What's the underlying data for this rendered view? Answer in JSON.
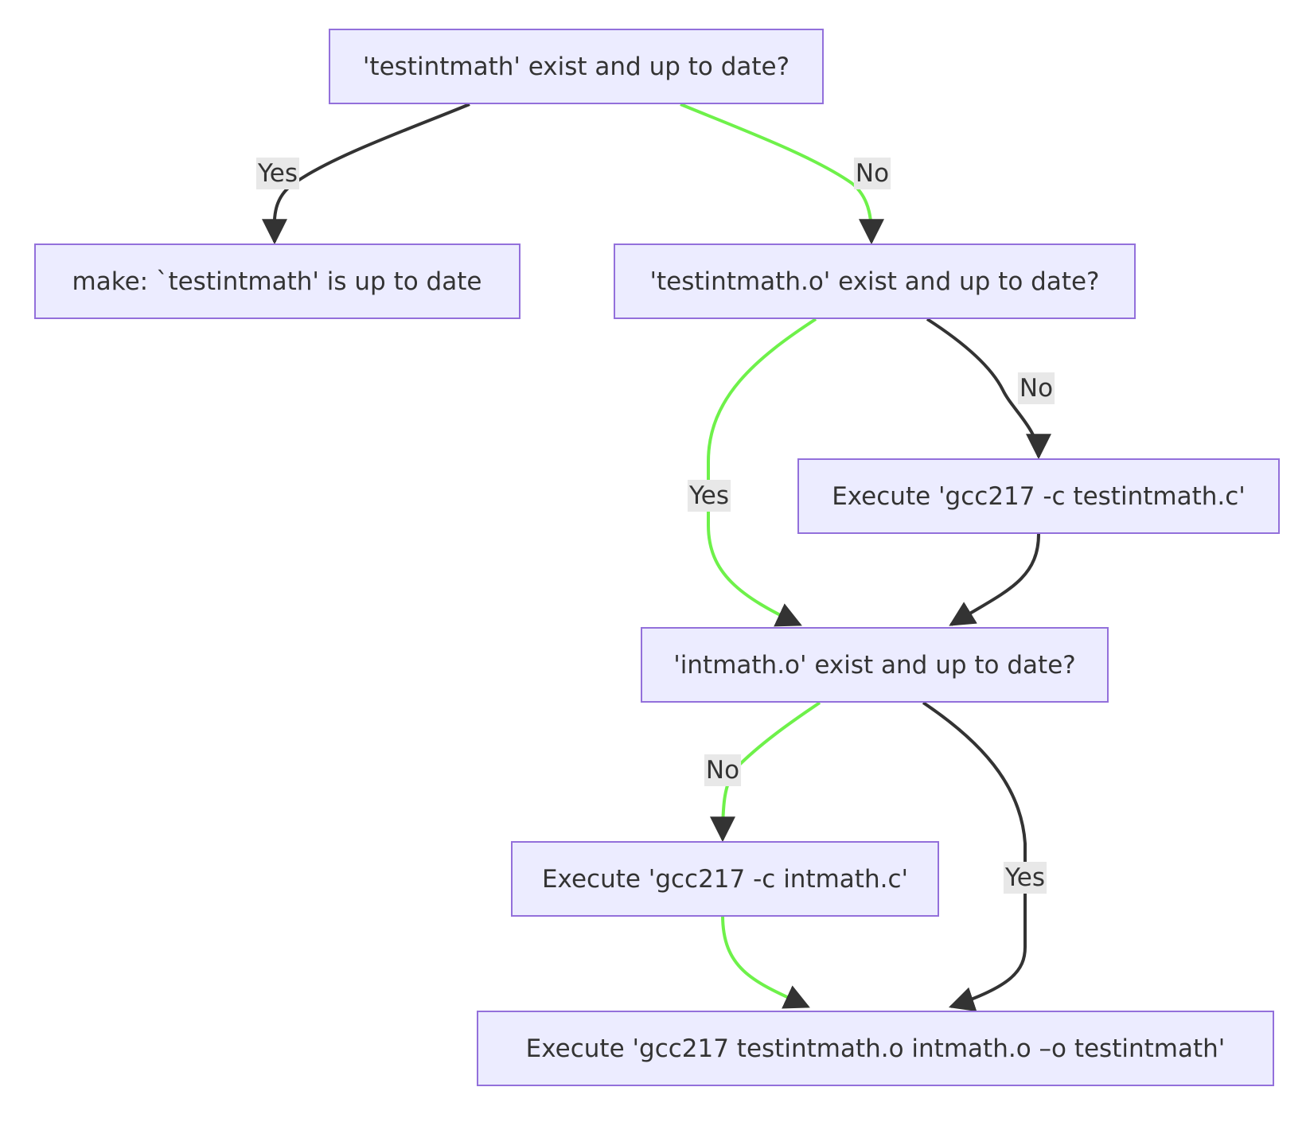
{
  "colors": {
    "node_fill": "#ECECFF",
    "node_border": "#9370DB",
    "edge_default": "#333333",
    "edge_highlight": "#6EF14A",
    "label_bg": "#E8E8E8",
    "text": "#333333"
  },
  "nodes": {
    "testintmath_check": "'testintmath' exist and up to date?",
    "up_to_date_msg": "make: `testintmath' is up to date",
    "testintmath_o_check": "'testintmath.o' exist and up to date?",
    "compile_testintmath": "Execute 'gcc217 -c testintmath.c'",
    "intmath_o_check": "'intmath.o' exist and up to date?",
    "compile_intmath": "Execute 'gcc217 -c intmath.c'",
    "link": "Execute 'gcc217 testintmath.o intmath.o –o testintmath'"
  },
  "edges": {
    "e1": {
      "label": "Yes",
      "highlighted": false
    },
    "e2": {
      "label": "No",
      "highlighted": true
    },
    "e3": {
      "label": "Yes",
      "highlighted": true
    },
    "e4": {
      "label": "No",
      "highlighted": false
    },
    "e5": {
      "label": "",
      "highlighted": false
    },
    "e6": {
      "label": "No",
      "highlighted": true
    },
    "e7": {
      "label": "Yes",
      "highlighted": false
    },
    "e8": {
      "label": "",
      "highlighted": true
    }
  }
}
